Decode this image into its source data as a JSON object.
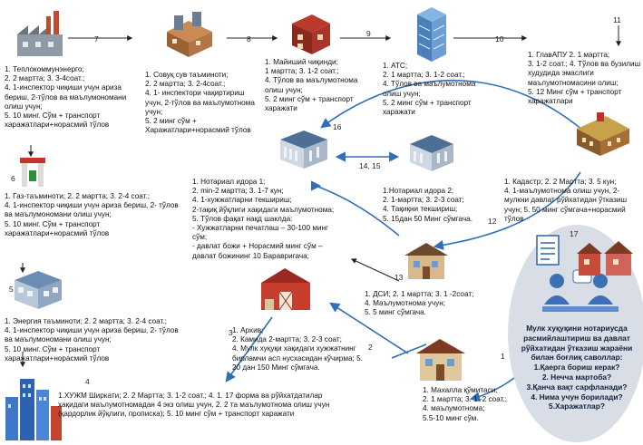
{
  "colors": {
    "arrow": "#2e6fb7",
    "circle": "#d9dde5",
    "circle_text": "#0e2040"
  },
  "steps": {
    "s1": [
      "1. Теплокоммунэнерго;",
      "2. 2 мартта; 3. 3-4соат.;",
      "4. 1-инспектор чиқиши учун ариза бериш, 2-тўлов ва маълумономани олиш учун;",
      "5. 10 минг. Сўм + транспорт харажатлари+норасмий тўлов"
    ],
    "s2": [
      "1. Совуқ сув таъминоти;",
      "2. 2 мартта; 3. 2-4соат.;",
      "4. 1- инспектори чақиртириш учун, 2-тўлов ва маълумотнома учун;",
      "5. 2 минг сўм + Харажатлари+норасмий тўлов"
    ],
    "s3": [
      "1. Майиший чиқинди;",
      "1 мартта; 3. 1-2 соат.;",
      "4. Тўлов ва маълумотнома олиш учун;",
      "5. 2 минг сўм + транспорт харажати"
    ],
    "s4": [
      "1. АТС;",
      "2. 1 мартта; 3. 1-2 соат.;",
      "4. Тўлов ва маълумотнома олиш учун;",
      "5. 2 минг сўм + транспорт харажати"
    ],
    "s5": [
      "1. ГлавАПУ 2. 1 мартта;",
      "3. 1-2 соат.; 4. Тўлов ва бузилиш худудида эмаслиги маълумотномасини олиш;",
      "5. 12 Минг сўм + транспорт харажатлари"
    ],
    "s6": [
      "1. Газ-таъминоти; 2. 2 мартта; 3. 2-4 соат.;",
      "4. 1-инспектор чиқиши учун ариза бериш, 2- тўлов ва маълумономани олиш учун;",
      "5. 10 минг. Сўм + транспорт харажатлари+норасмий тўлов"
    ],
    "s7": [
      "1. Энергия таъминоти; 2. 2 мартта; 3. 2-4 соат.;",
      "4. 1-инспектор чиқиши учун ариза бериш, 2- тўлов ва маълумономани олиш учун;",
      "5. 10 минг. Сўм + транспорт харажатлари+норасмий тўлов"
    ],
    "s8": [
      "1.ХУЖМ Ширкати; 2. 2 Мартта; 3. 1-2 соат.; 4. 1. 17 форма ва рўйхатдатилар хақидаги маълумотномадан 4 экз олиш учун, 2. 2 та маълумотнома олиш учун (қардорлик йўқлиги, прописка); 5. 10 минг сўм + транспорт харажати"
    ],
    "s9": [
      "1. Нотариал идора 1;",
      "2. min-2 мартта; 3. 1-7 кун;",
      "4. 1-хужжатларни текшириш;",
      "2-тақиқ йўқлиги хақидаги маълумотнома;",
      "5. Тўлов фақат нақд шаклда:",
      "- Хужжатларни печатлаш – 30-100 минг сўм;",
      "- давлат божи + Норасмий минг сўм – давлат божининг 10 Баравригача;"
    ],
    "s10": [
      "1.Нотариал идора 2;",
      "2. 1-мартта; 3. 2-3 соат;",
      "4. Тақиқни текшириш;",
      "5. 15дан 50 Минг сўмгача."
    ],
    "s11": [
      "1. Кадастр; 2. 2 Мартта; 3. 5 кун;",
      "4. 1-маълумотнома олиш учун, 2-мулкни давлат рўйхатидан ўтказиш учун; 5. 50 минг сўмгача+норасмий тўлов"
    ],
    "s12": [
      "1. ДСИ; 2. 1 мартта; 3. 1 -2соат;",
      "4. Маълумотнома учун;",
      "5. 5 минг сўмгача."
    ],
    "s13": [
      "1. Архив;",
      "2. Камида 2-мартта; 3. 2-3 соат;",
      "4. Мулк хуқуқи хақидаги хужжатнинг бирламчи асл нусхасидан кўчирма; 5. 20 дан 150 Минг сўмгача."
    ],
    "s14": [
      "1. Махалла қўмитаси;",
      "2. 1 мартта; 3. 1 -2 соат.;",
      "4. маълумотнома;",
      "5.5-10 минг сўм."
    ]
  },
  "numbers": {
    "n1": "1",
    "n2": "2",
    "n3": "3",
    "n4": "4",
    "n5": "5",
    "n6": "6",
    "n7": "7",
    "n8": "8",
    "n9": "9",
    "n10": "10",
    "n11": "11",
    "n12": "12",
    "n13": "13",
    "n1415": "14, 15",
    "n16": "16",
    "n17": "17"
  },
  "circle": {
    "lines": [
      "Мулк хуқуқини нотариусда",
      "расмийлаштириш ва давлат",
      "рўйхатидан ўтказиш жараёни",
      "билан боғлиқ саволлар:",
      "1.Қаерга бориш керак?",
      "2. Нечча мартоба?",
      "3.Қанча вақт сарфланади?",
      "4. Нима учун борилади?",
      "5.Харажатлар?"
    ]
  },
  "icons": [
    "factory-icon",
    "gas-station-icon",
    "energy-building-icon",
    "city-skyline-icon",
    "waterworks-icon",
    "waste-building-icon",
    "skyscraper-icon",
    "government-building-icon",
    "notary-office-icon",
    "bank-building-icon",
    "house-icon",
    "barn-icon",
    "mahalla-house-icon",
    "document-icon",
    "people-icon"
  ]
}
